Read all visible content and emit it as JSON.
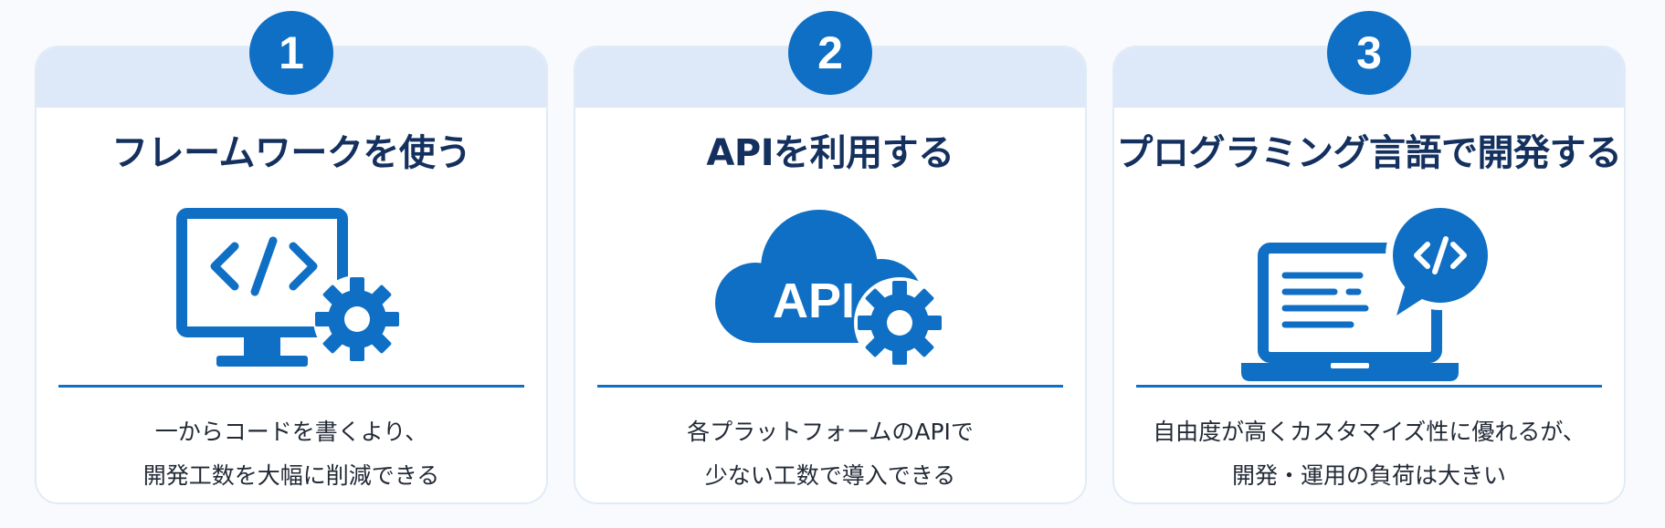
{
  "colors": {
    "accent": "#0f6fc4",
    "band": "#dde9f9",
    "title": "#14305e",
    "card_border": "#e1ebf6"
  },
  "cards": [
    {
      "number": "1",
      "title": "フレームワークを使う",
      "icon": "monitor-code-gear-icon",
      "desc_line1": "一からコードを書くより、",
      "desc_line2": "開発工数を大幅に削減できる"
    },
    {
      "number": "2",
      "title": "APIを利用する",
      "icon": "cloud-api-gear-icon",
      "icon_text": "API",
      "desc_line1": "各プラットフォームのAPIで",
      "desc_line2": "少ない工数で導入できる"
    },
    {
      "number": "3",
      "title": "プログラミング言語で開発する",
      "icon": "laptop-code-bubble-icon",
      "desc_line1": "自由度が高くカスタマイズ性に優れるが、",
      "desc_line2": "開発・運用の負荷は大きい"
    }
  ]
}
